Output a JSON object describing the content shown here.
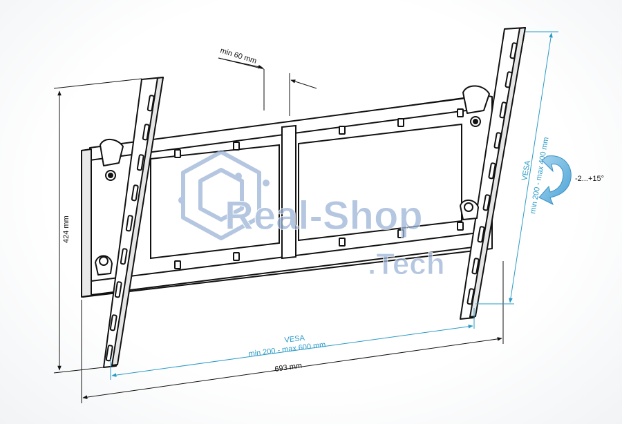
{
  "dimensions": {
    "height": "424 mm",
    "width": "693 mm",
    "min_gap": "min 60 mm",
    "tilt": "-2...+15°"
  },
  "vesa": {
    "horizontal_title": "VESA",
    "horizontal_range": "min 200 - max 600 mm",
    "vertical_title": "VESA",
    "vertical_range": "min 200 - max 400 mm"
  },
  "watermark": {
    "brand": "Real-Shop",
    "suffix": ".Tech"
  },
  "colors": {
    "line": "#111111",
    "accent": "#2a9ac7",
    "watermark": "#9bb3d6",
    "tilt_arrow": "#6fb7e0"
  }
}
